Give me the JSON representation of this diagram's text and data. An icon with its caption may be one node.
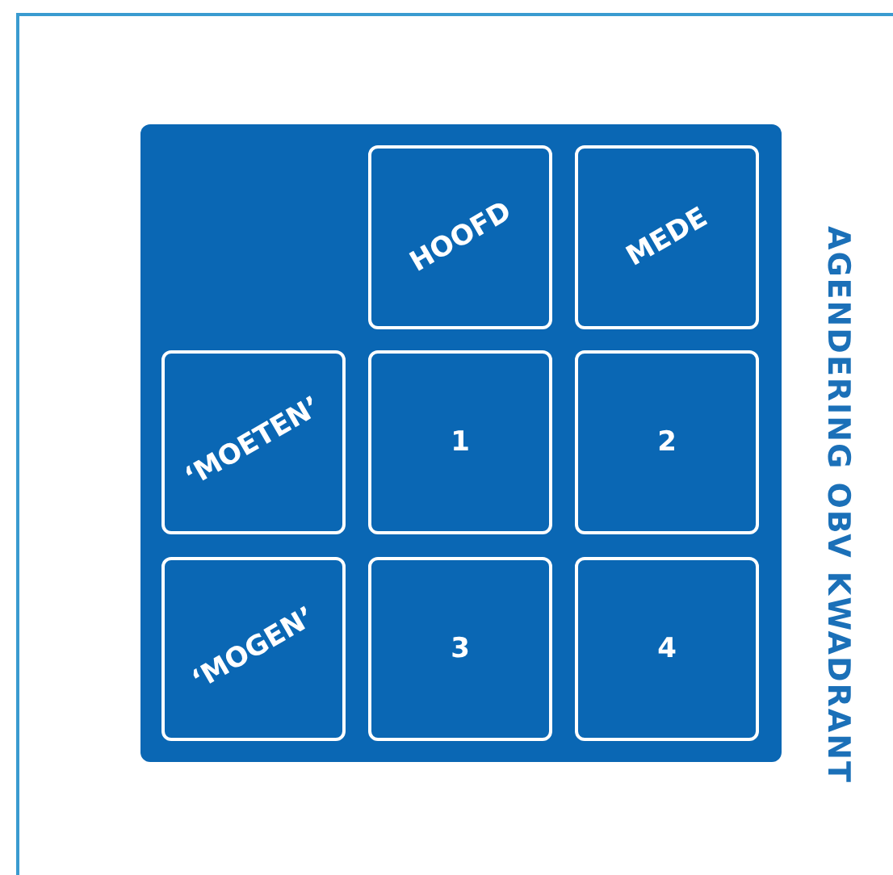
{
  "diagram": {
    "title": "AGENDERING OBV KWADRANT",
    "nodes": [
      {
        "text": [],
        "shape": "box"
      },
      {
        "text": [
          "HOOFD"
        ],
        "in": 0
      },
      {
        "text": [
          "MEDE"
        ],
        "in": 0
      },
      {
        "text": [
          "‘MOETEN’"
        ],
        "in": 0
      },
      {
        "text": [
          "1"
        ],
        "in": 0
      },
      {
        "text": [
          "2"
        ],
        "in": 0
      },
      {
        "text": [
          "‘MOGEN’"
        ],
        "in": 0
      },
      {
        "text": [
          "3"
        ],
        "in": 0
      },
      {
        "text": [
          "4"
        ],
        "in": 0
      }
    ],
    "edges": []
  }
}
